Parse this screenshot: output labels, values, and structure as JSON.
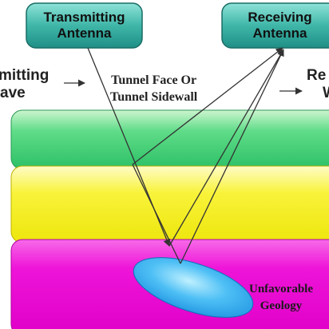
{
  "transmitting_antenna": {
    "line1": "Transmitting",
    "line2": "Antenna"
  },
  "receiving_antenna": {
    "line1": "Receiving",
    "line2": "Antenna"
  },
  "left_wave_label": {
    "line1": "mitting",
    "line2": "ave"
  },
  "right_wave_label": {
    "line1": "Re",
    "line2": "W"
  },
  "tunnel_label": {
    "line1": "Tunnel Face Or",
    "line2": "Tunnel Sidewall"
  },
  "geology_label": {
    "line1": "Unfavorable",
    "line2": "Geology"
  },
  "colors": {
    "antenna_fill": "#3fb6a8",
    "green_layer": "#44d27a",
    "yellow_layer": "#f6f01a",
    "magenta_layer": "#ef10d8",
    "red_edge": "#ff5a2a",
    "ellipse": "#3aa8ee"
  }
}
